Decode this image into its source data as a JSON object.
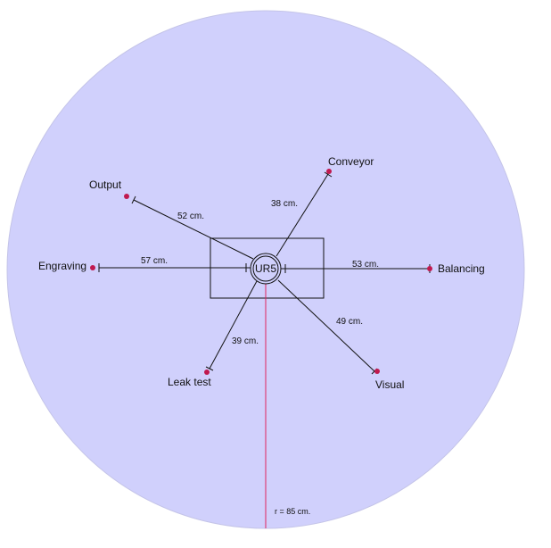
{
  "center_label": "UR5",
  "radius_label": "r = 85 cm.",
  "colors": {
    "workspace_fill": "#d0d0fc",
    "workspace_stroke": "#c4c4e8",
    "radius_line": "#e0245e",
    "station_dot": "#c0194f",
    "line": "#111111"
  },
  "stations": [
    {
      "name": "Conveyor",
      "distance": "38 cm."
    },
    {
      "name": "Output",
      "distance": "52 cm."
    },
    {
      "name": "Engraving",
      "distance": "57 cm."
    },
    {
      "name": "Balancing",
      "distance": "53 cm."
    },
    {
      "name": "Leak test",
      "distance": "39 cm."
    },
    {
      "name": "Visual",
      "distance": "49 cm."
    }
  ]
}
